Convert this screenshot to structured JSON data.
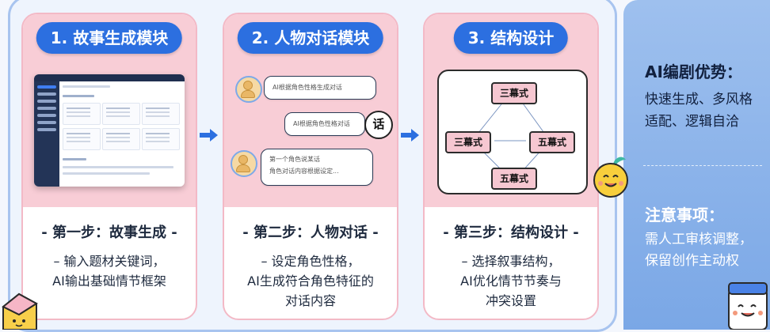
{
  "cards": [
    {
      "pill": "1. 故事生成模块",
      "step": "- 第一步：故事生成 -",
      "desc": [
        "– 输入题材关键词，",
        "AI输出基础情节框架"
      ]
    },
    {
      "pill": "2. 人物对话模块",
      "step": "- 第二步：人物对话 -",
      "desc": [
        "– 设定角色性格，",
        "AI生成符合角色特征的",
        "对话内容"
      ]
    },
    {
      "pill": "3. 结构设计",
      "step": "- 第三步：结构设计 -",
      "desc": [
        "– 选择叙事结构，",
        "AI优化情节节奏与",
        "冲突设置"
      ]
    }
  ],
  "chat": {
    "bubble1": "AI根据角色性格生成对话",
    "bubble2": "AI根据角色性格对话",
    "bubble3a": "第一个角色说某话",
    "bubble3b": "角色对话内容根据设定...",
    "icon_char": "话"
  },
  "structure": {
    "top": "三幕式",
    "left": "三幕式",
    "right": "五幕式",
    "bottom": "五幕式"
  },
  "advantages": {
    "title": "AI编剧优势：",
    "lines": [
      "快速生成、多风格",
      "适配、逻辑自洽"
    ]
  },
  "notes": {
    "title": "注意事项：",
    "lines": [
      "需人工审核调整，",
      "保留创作主动权"
    ]
  },
  "colors": {
    "pill": "#2c6fe0",
    "card_top": "#f8cdd6",
    "accent_panel": "#8cb4ea"
  }
}
